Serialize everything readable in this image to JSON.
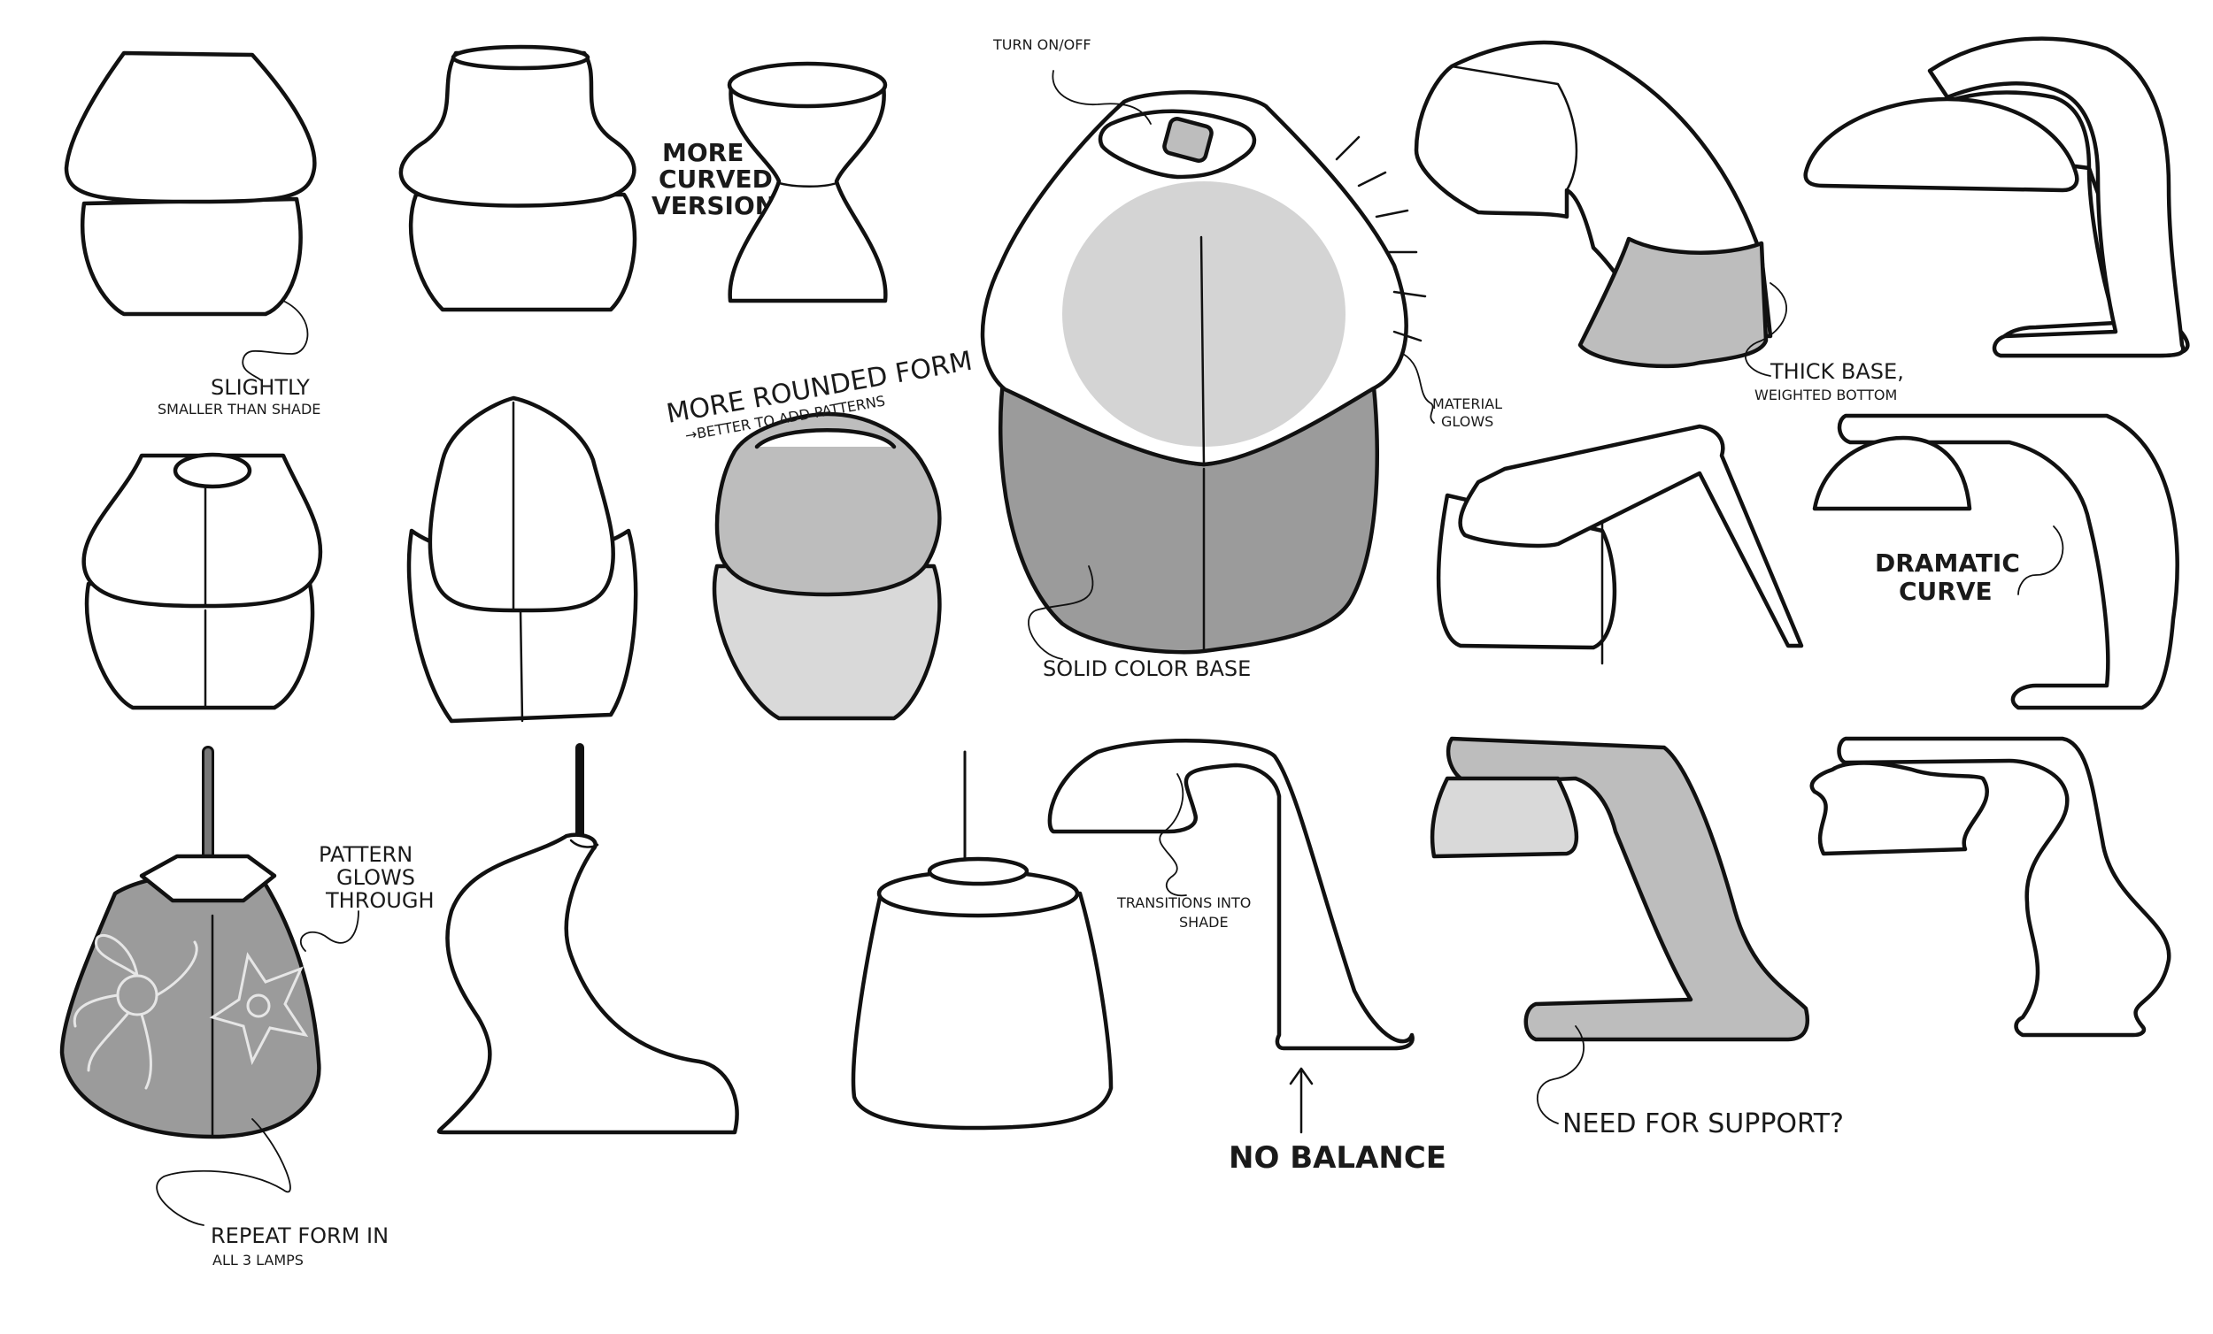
{
  "notes": {
    "turn_on_off": "TURN ON/OFF",
    "more_curved_1": "MORE",
    "more_curved_2": "CURVED",
    "more_curved_3": "VERSIONS",
    "slightly_1": "SLIGHTLY",
    "slightly_2": "SMALLER THAN SHADE",
    "rounded_1": "MORE ROUNDED FORM",
    "rounded_2": "→BETTER TO ADD PATTERNS",
    "material_1": "MATERIAL",
    "material_2": "GLOWS",
    "thick_1": "THICK BASE,",
    "thick_2": "WEIGHTED BOTTOM",
    "solid_base": "SOLID COLOR BASE",
    "dramatic_1": "DRAMATIC",
    "dramatic_2": "CURVE",
    "pattern_1": "PATTERN",
    "pattern_2": "GLOWS",
    "pattern_3": "THROUGH",
    "transitions_1": "TRANSITIONS INTO",
    "transitions_2": "SHADE",
    "no_balance": "NO BALANCE",
    "need_support": "NEED FOR SUPPORT?",
    "repeat_1": "REPEAT FORM IN",
    "repeat_2": "ALL 3 LAMPS"
  },
  "colors": {
    "ink": "#111111",
    "paper": "#ffffff",
    "light_gray": "#d9d9d9",
    "mid_gray": "#bdbdbd",
    "dark_gray": "#9b9b9b"
  }
}
